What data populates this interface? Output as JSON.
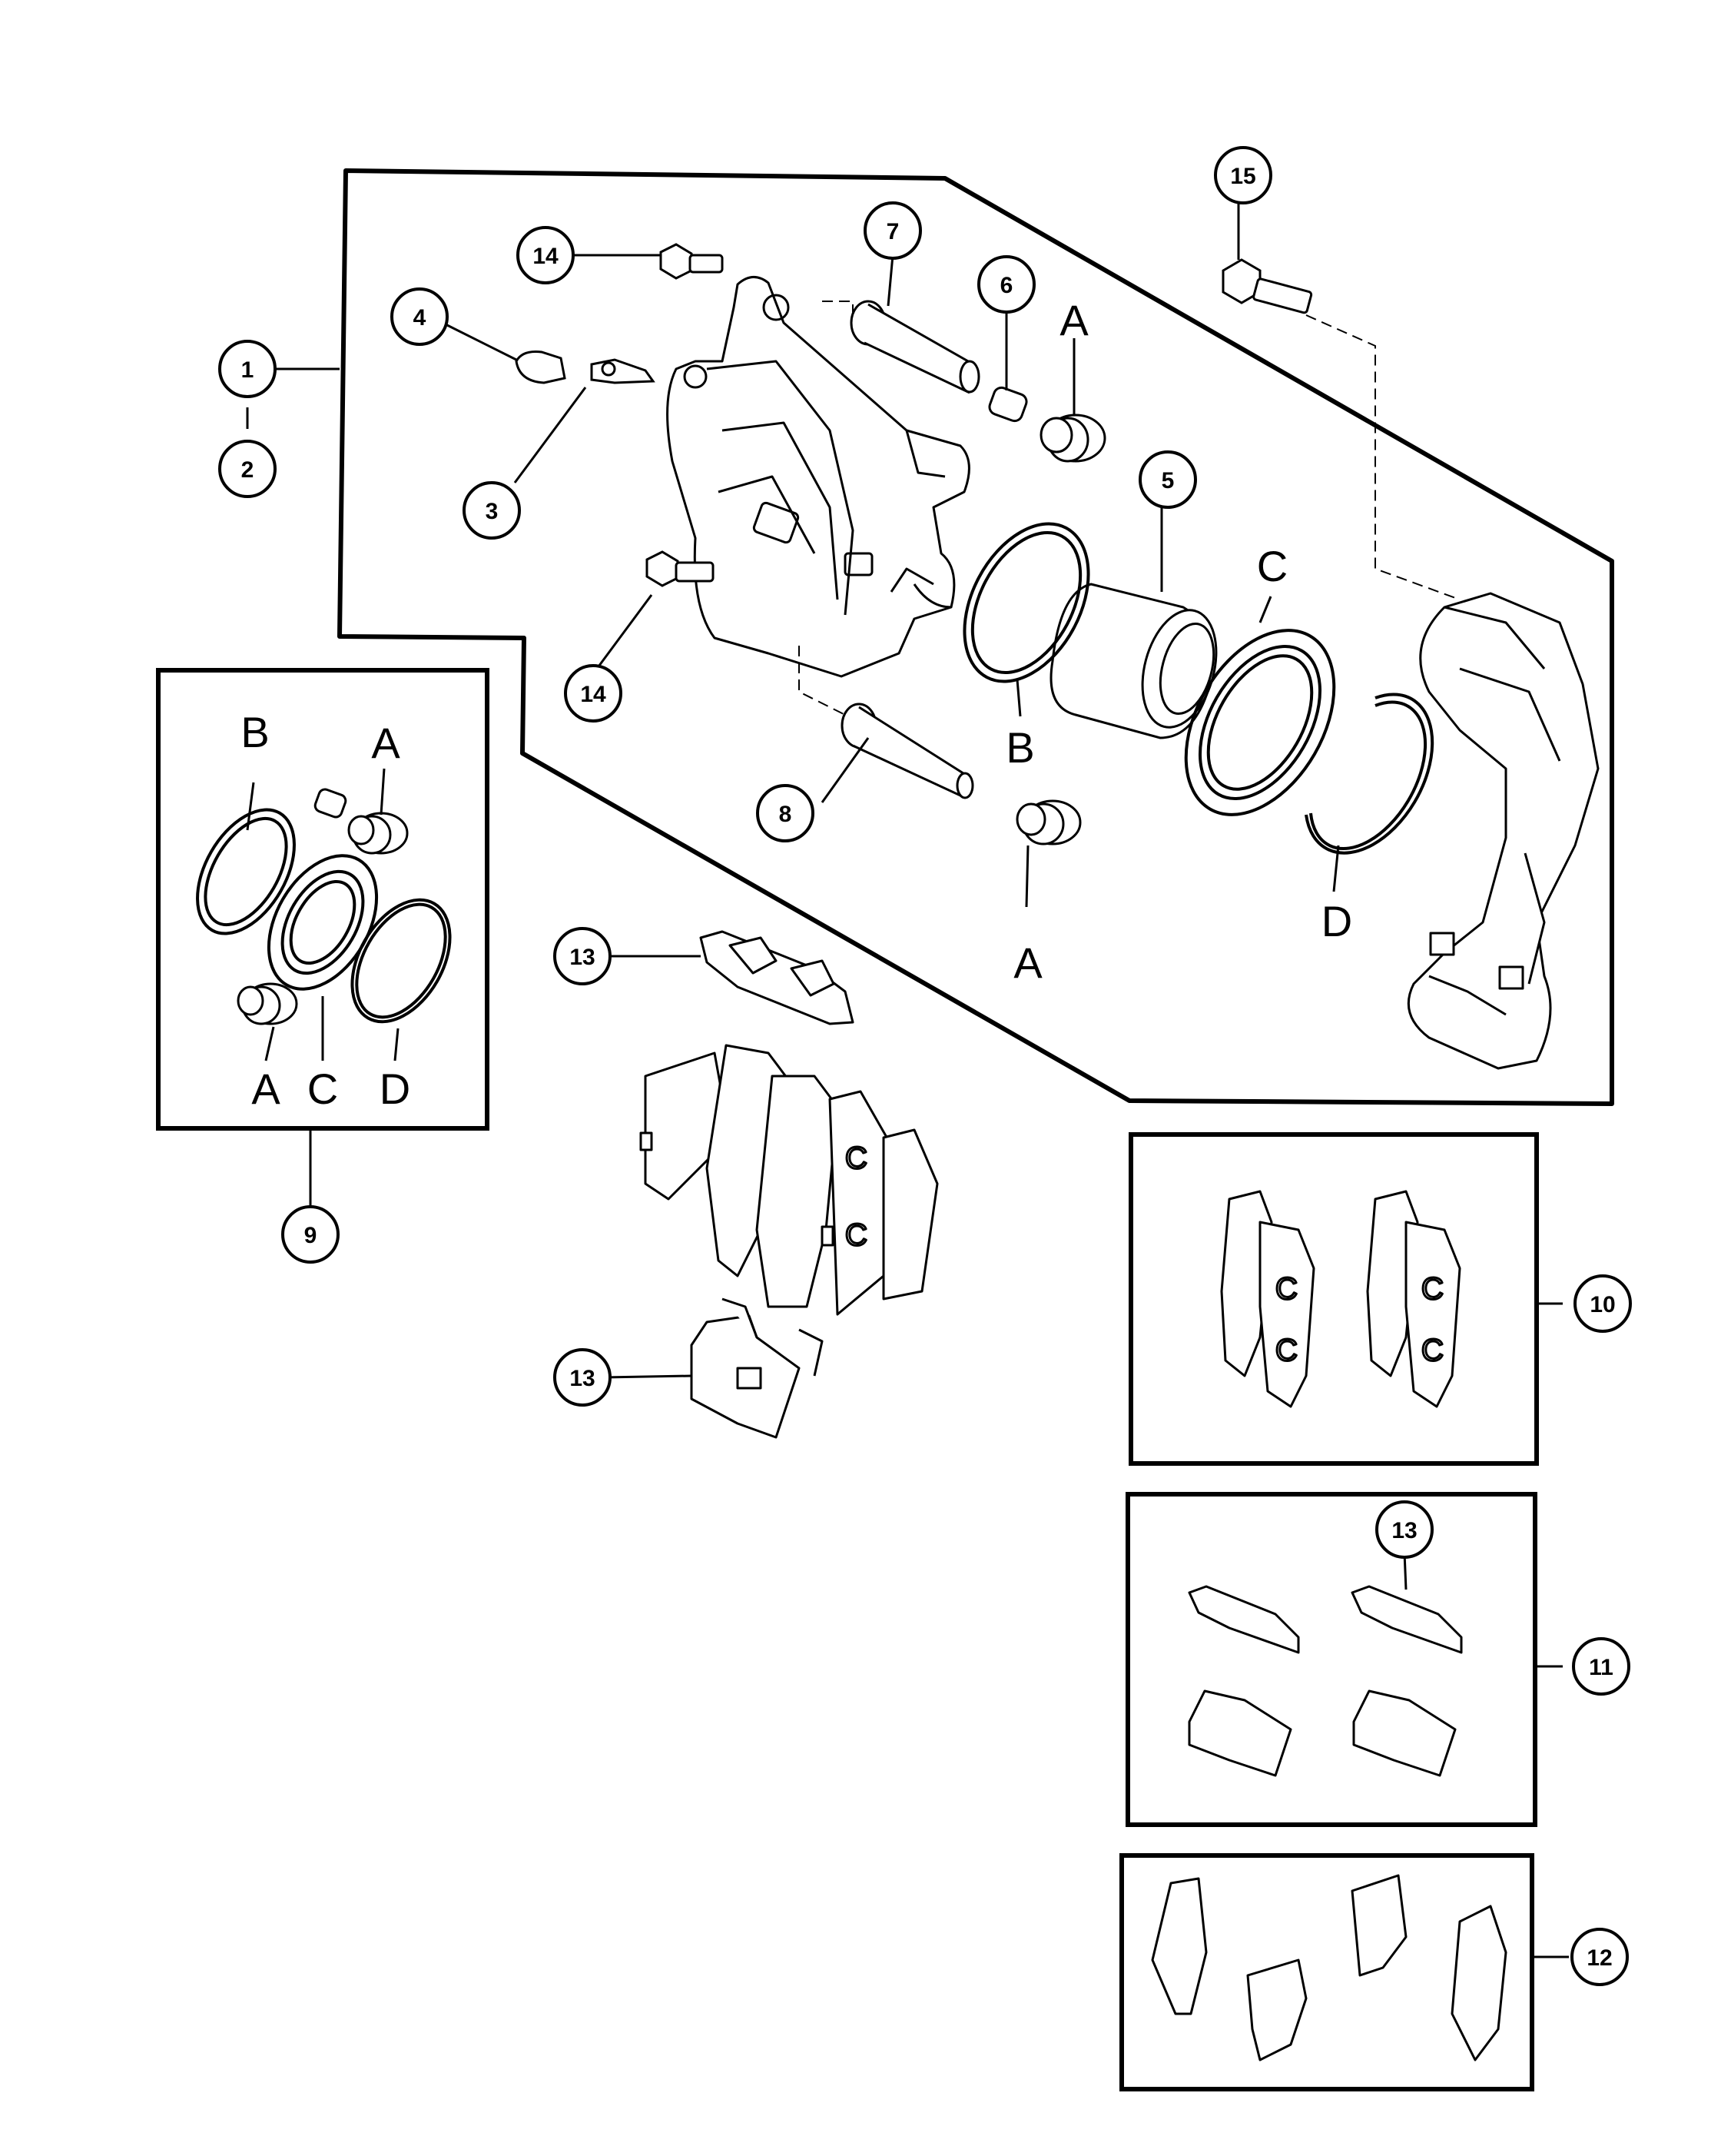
{
  "callouts": {
    "c1": "1",
    "c2": "2",
    "c3": "3",
    "c4": "4",
    "c5": "5",
    "c6": "6",
    "c7": "7",
    "c8": "8",
    "c9": "9",
    "c10": "10",
    "c11": "11",
    "c12": "12",
    "c13a": "13",
    "c13b": "13",
    "c13c": "13",
    "c14a": "14",
    "c14b": "14",
    "c15": "15"
  },
  "letters": {
    "a_top": "A",
    "a_bottom": "A",
    "b_main": "B",
    "c_main": "C",
    "d_main": "D",
    "kit_b": "B",
    "kit_a_top": "A",
    "kit_a_bottom": "A",
    "kit_c": "C",
    "kit_d": "D"
  }
}
